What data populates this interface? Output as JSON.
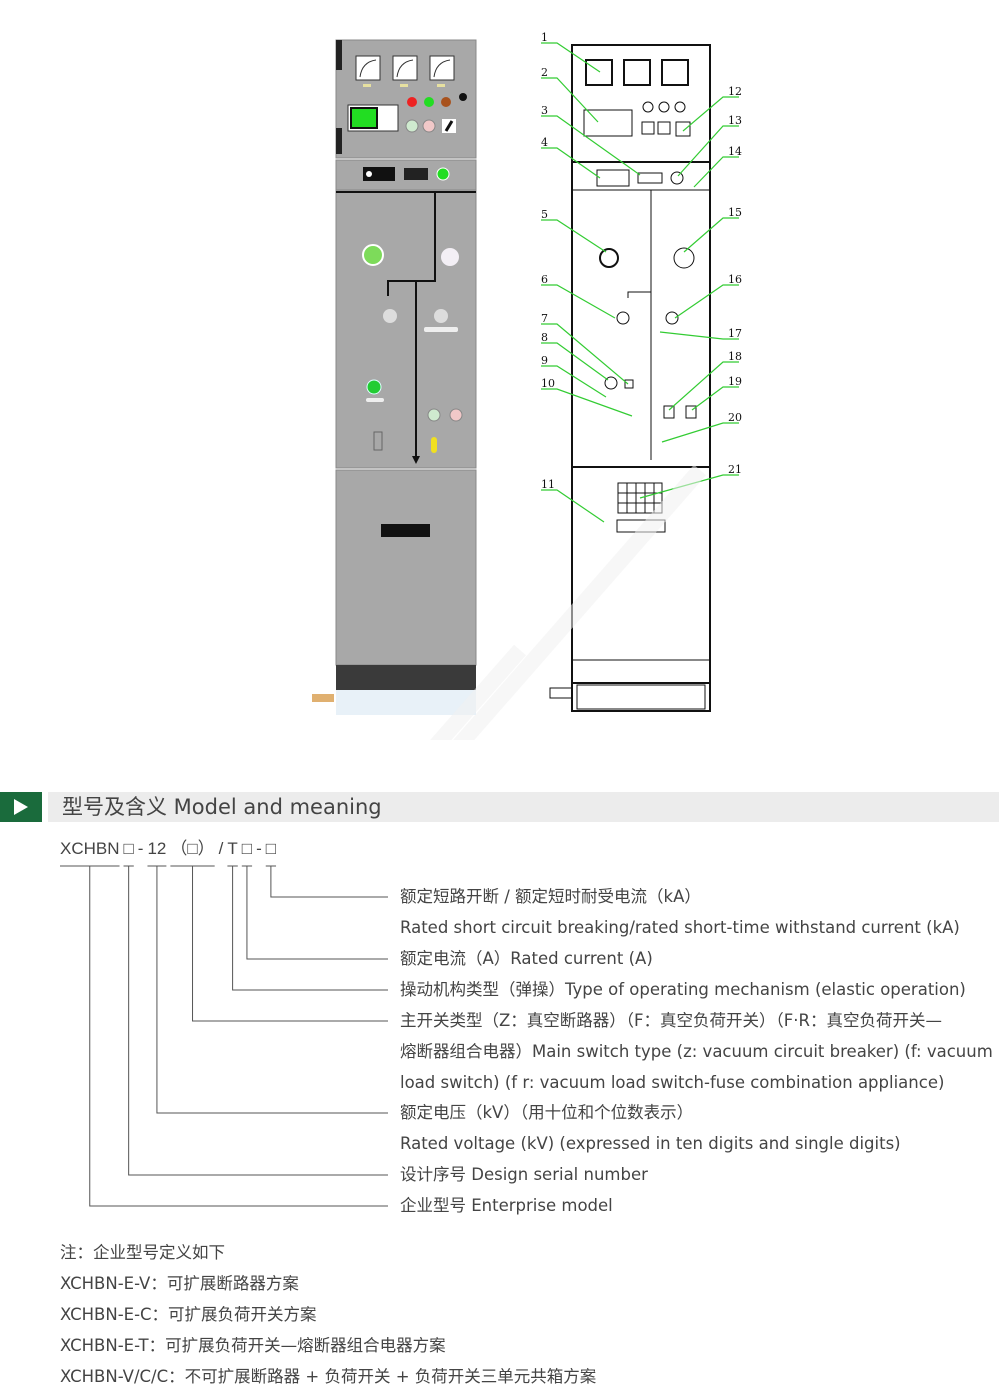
{
  "figure": {
    "callouts_left": [
      "1",
      "2",
      "3",
      "4",
      "5",
      "6",
      "7",
      "8",
      "9",
      "10",
      "11"
    ],
    "callouts_right": [
      "12",
      "13",
      "14",
      "15",
      "16",
      "17",
      "18",
      "19",
      "20",
      "21"
    ],
    "accent_green": "#1a6b3c",
    "leader_green": "#33cc33"
  },
  "section": {
    "title": "型号及含义 Model and meaning"
  },
  "model_code": {
    "segments": [
      "XCHBN",
      "□",
      "-",
      "12",
      "（□）",
      "/",
      "T",
      "□",
      "-",
      "□"
    ]
  },
  "meanings": [
    "额定短路开断 / 额定短时耐受电流（kA）",
    "Rated short circuit breaking/rated short-time withstand current (kA)",
    "额定电流（A）Rated current (A)",
    "操动机构类型（弹操）Type of operating mechanism (elastic operation)",
    "主开关类型（Z：真空断路器）（F：真空负荷开关）（F·R：真空负荷开关—",
    "熔断器组合电器）Main switch type (z: vacuum circuit breaker) (f: vacuum",
    "load switch) (f r: vacuum load switch-fuse combination appliance)",
    "额定电压（kV）（用十位和个位数表示）",
    "Rated voltage (kV) (expressed in ten digits and single digits)",
    "设计序号 Design serial number",
    "企业型号 Enterprise model"
  ],
  "notes": [
    "注：企业型号定义如下",
    "XCHBN-E-V：可扩展断路器方案",
    "XCHBN-E-C：可扩展负荷开关方案",
    "XCHBN-E-T：可扩展负荷开关—熔断器组合电器方案",
    "XCHBN-V/C/C：不可扩展断路器 + 负荷开关 + 负荷开关三单元共箱方案"
  ]
}
